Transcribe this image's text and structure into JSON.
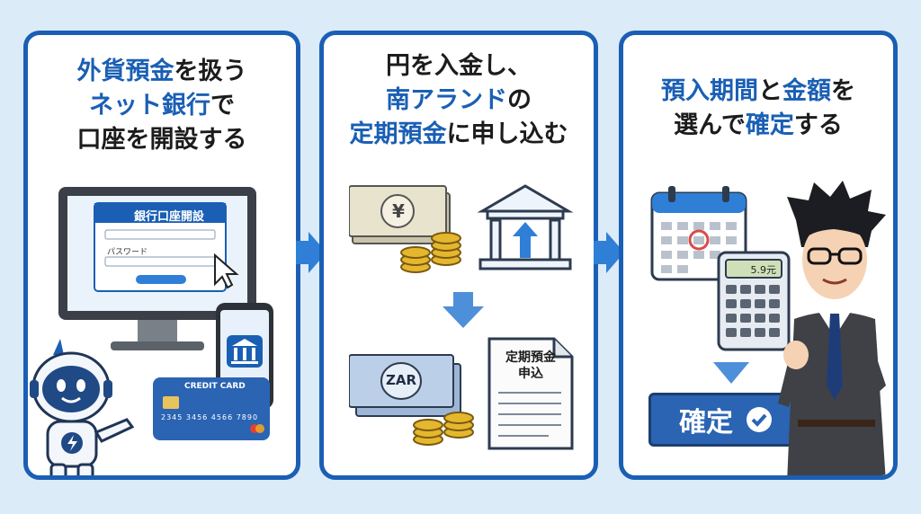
{
  "panels": [
    {
      "title_line1": [
        "外貨預金",
        "を扱う"
      ],
      "title_line2": [
        "ネット銀行",
        "で"
      ],
      "title_line3": [
        "口座を開設する"
      ],
      "form_title": "銀行口座開設",
      "password_label": "パスワード",
      "card_brand": "CREDIT CARD",
      "card_number": "2345 3456 4566 7890"
    },
    {
      "title_line1": [
        "円を入金し、"
      ],
      "title_line2": [
        "南アランド",
        "の"
      ],
      "title_line3": [
        "定期預金",
        "に申し込む"
      ],
      "yen_symbol": "¥",
      "zar_label": "ZAR",
      "doc_line1": "定期預金",
      "doc_line2": "申込"
    },
    {
      "title_line1": [
        "預入期間",
        "と",
        "金額",
        "を"
      ],
      "title_line2": [
        "選んで",
        "確定",
        "する"
      ],
      "calc_display": "5.9元",
      "confirm_label": "確定"
    }
  ],
  "colors": {
    "accent": "#1a5fb4",
    "panel_border": "#1a5fb4",
    "background": "#dcebf8",
    "arrow": "#2f7fd6",
    "coin": "#e5b72e"
  }
}
